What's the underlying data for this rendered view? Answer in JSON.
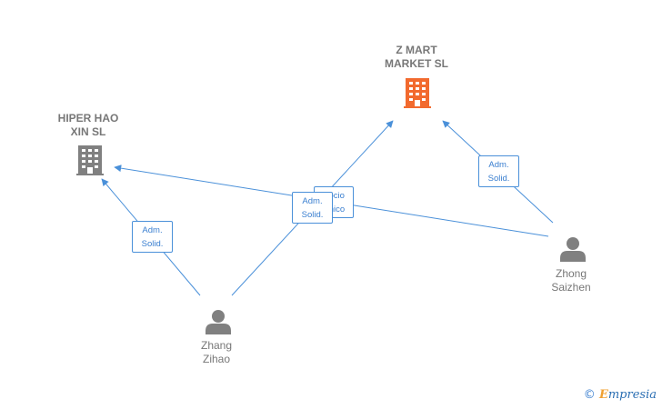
{
  "colors": {
    "edge": "#4a90d9",
    "company_highlight": "#f26a2e",
    "company_default": "#808080",
    "person": "#808080",
    "label_text": "#777777"
  },
  "nodes": {
    "z_mart": {
      "label": "Z MART\nMARKET  SL",
      "icon": "building-icon",
      "type": "company"
    },
    "hiper_hao": {
      "label": "HIPER HAO\nXIN  SL",
      "icon": "building-icon",
      "type": "company"
    },
    "zhong": {
      "label": "Zhong\nSaizhen",
      "icon": "person-icon",
      "type": "person"
    },
    "zhang": {
      "label": "Zhang\nZihao",
      "icon": "person-icon",
      "type": "person"
    }
  },
  "edges": {
    "zhang_hiper": {
      "label": "Adm.\nSolid."
    },
    "zhang_zmart": {
      "label": "Adm.\nSolid."
    },
    "zhong_hiper": {
      "label": "Socio\nÚnico"
    },
    "zhong_zmart": {
      "label": "Adm.\nSolid."
    }
  },
  "brand": {
    "copyright": "©",
    "initial": "E",
    "name": "mpresia"
  }
}
